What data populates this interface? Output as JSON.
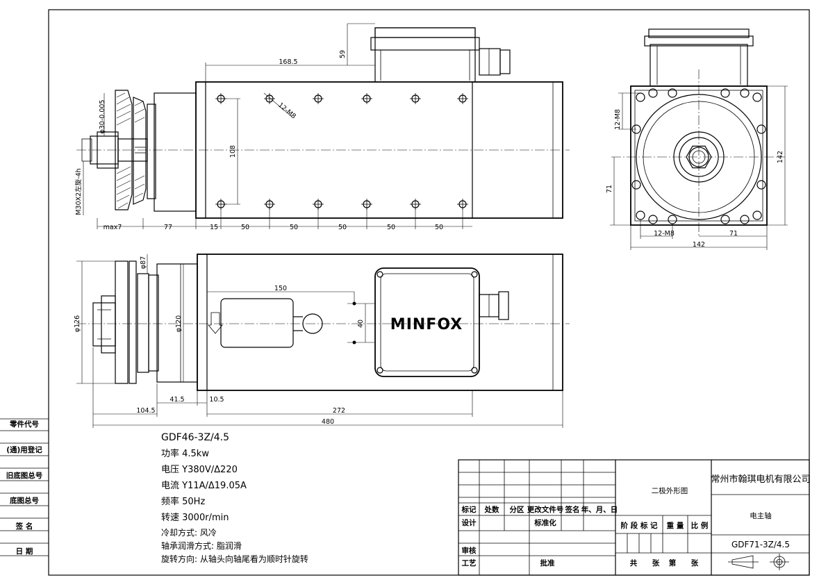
{
  "drawing": {
    "side_labels": [
      "零件代号",
      "(通)用登记",
      "旧底图总号",
      "底图总号",
      "签 名",
      "日 期"
    ],
    "views": {
      "top": {
        "dims": {
          "d168": "168.5",
          "d59": "59",
          "d108": "108",
          "thread": "12-M8",
          "shaft_tol": "φ30-0.005",
          "nut": "M30X2左旋-4h",
          "max7": "max7",
          "d77": "77",
          "d15": "15",
          "d50": "50"
        }
      },
      "front": {
        "brand": "MINFOX",
        "dims": {
          "d150": "150",
          "d40": "40",
          "d87": "φ87",
          "d126": "φ126",
          "d120": "φ120",
          "d104": "104.5",
          "d41": "41.5",
          "d10": "10.5",
          "d272": "272",
          "d480": "480"
        }
      },
      "end": {
        "dims": {
          "m8_left": "12-M8",
          "d142v": "142",
          "d71v": "71",
          "m8_bottom": "12-M8",
          "d71h": "71",
          "d142h": "142"
        }
      }
    },
    "specs": {
      "model": "GDF46-3Z/4.5",
      "power": "功率 4.5kw",
      "voltage": "电压 Y380V/Δ220",
      "current": "电流 Y11A/Δ19.05A",
      "frequency": "频率 50Hz",
      "speed": "转速 3000r/min",
      "cooling": "冷却方式: 风冷",
      "lubrication": "轴承润滑方式: 脂润滑",
      "rotation": "旋转方向: 从轴头向轴尾看为顺时针旋转"
    },
    "title_block": {
      "rev_headers": [
        "标记",
        "处数",
        "分区",
        "更改文件号",
        "签名",
        "年、月、日"
      ],
      "design": "设计",
      "standard": "标准化",
      "review": "审核",
      "process": "工艺",
      "approve": "批准",
      "stage_headers": [
        "阶 段 标 记",
        "重 量",
        "比 例"
      ],
      "sheet_row": [
        "共",
        "张",
        "第",
        "张"
      ],
      "drawing_name": "二极外形图",
      "company": "常州市翰琪电机有限公司",
      "product": "电主轴",
      "code": "GDF71-3Z/4.5"
    }
  }
}
